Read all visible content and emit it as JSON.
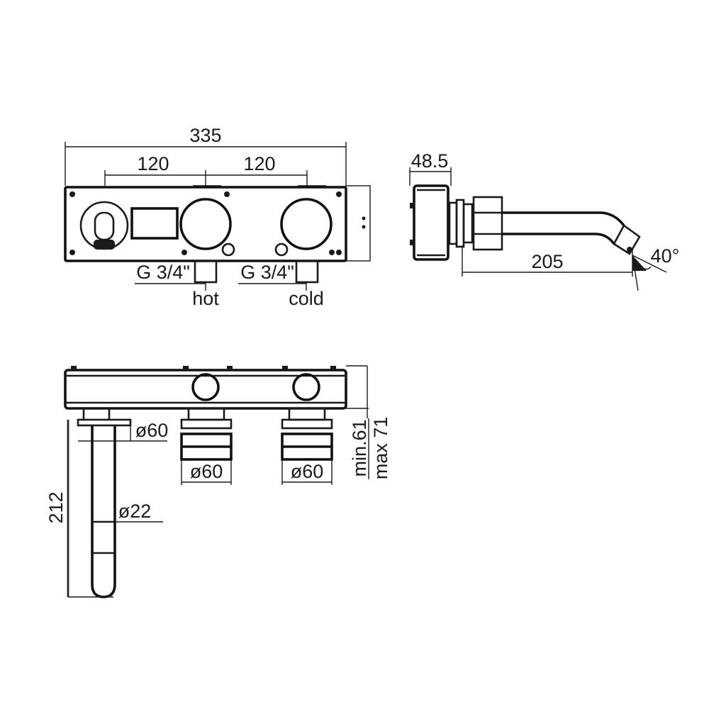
{
  "front_view": {
    "overall_width": "335",
    "spacing_left": "120",
    "spacing_right": "120",
    "inlet_left": "G 3/4\"",
    "inlet_right": "G 3/4\"",
    "inlet_left_label": "hot",
    "inlet_right_label": "cold"
  },
  "side_view": {
    "depth": "48.5",
    "spout_projection": "205",
    "spout_angle": "40°"
  },
  "top_view": {
    "flange_diameter": "ø60",
    "handle_left_diameter": "ø60",
    "handle_right_diameter": "ø60",
    "spout_length": "212",
    "spout_diameter": "ø22",
    "wall_min": "min.61",
    "wall_max": "max 71"
  }
}
